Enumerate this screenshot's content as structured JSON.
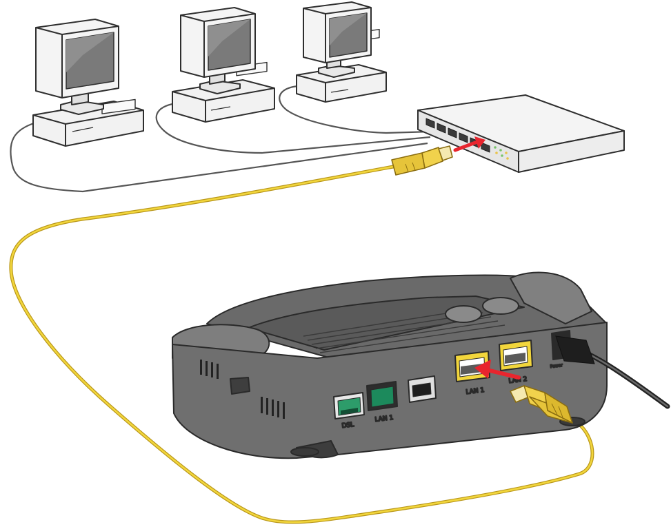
{
  "diagram": {
    "devices": {
      "computers": [
        {
          "id": "computer-1"
        },
        {
          "id": "computer-2"
        },
        {
          "id": "computer-3"
        }
      ],
      "switch": {
        "id": "network-switch",
        "port_count": 6
      },
      "router": {
        "id": "dsl-router",
        "ports": [
          {
            "name": "dsl-port",
            "label": "DSL"
          },
          {
            "name": "lan-port-1",
            "label": "LAN 1"
          },
          {
            "name": "usb-port",
            "label": ""
          },
          {
            "name": "lan-port-1-highlight",
            "label": "LAN 1"
          },
          {
            "name": "lan-port-2",
            "label": "LAN 2"
          },
          {
            "name": "power-port",
            "label": "Power"
          }
        ]
      }
    },
    "colors": {
      "ethernet_cable": "#e3c43c",
      "ethernet_cable_edge": "#b8961a",
      "arrow": "#e8252e",
      "router_body": "#6f6f6f",
      "router_top": "#5e5e5e",
      "device_outline": "#333333",
      "lan_port": "#f2d63c",
      "dsl_port_interior": "#1c8a5c"
    },
    "icons": [
      "computer-icon",
      "switch-icon",
      "router-icon",
      "red-arrow-icon",
      "power-cable-icon"
    ]
  }
}
